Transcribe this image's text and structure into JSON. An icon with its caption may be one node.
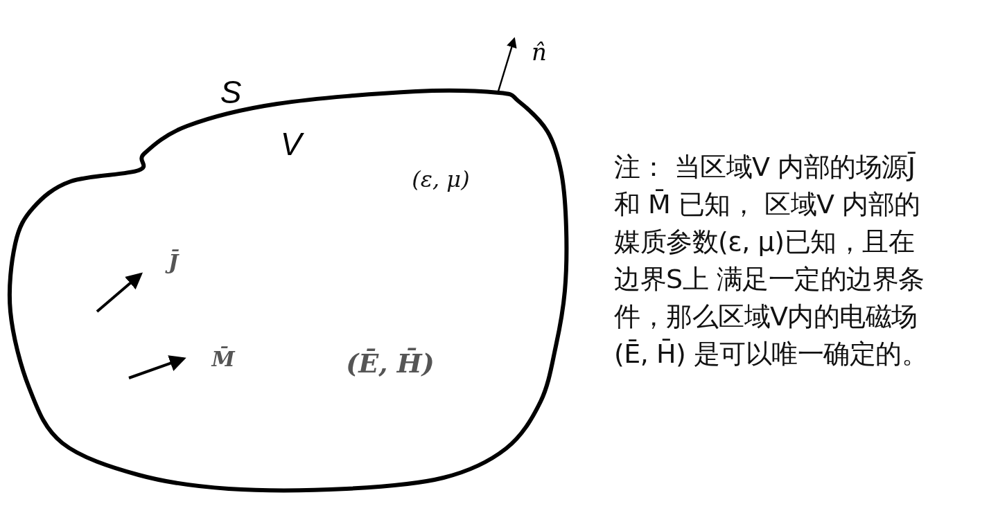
{
  "diagram": {
    "nodes": [
      {
        "text": [
          "V",
          "(ε, μ)",
          "J̄",
          "M̄",
          "(Ē, H̄)"
        ],
        "beside": [
          "S"
        ]
      }
    ],
    "labels": [
      "n̂",
      "注：  当区域V 内部的场源J̄ 和 M̄ 已知， 区域V 内部的媒质参数(ε, μ)已知，且在边界S上 满足一定的边界条件，那么区域V内的电磁场(Ē, H̄) 是可以唯一确定的。"
    ]
  }
}
